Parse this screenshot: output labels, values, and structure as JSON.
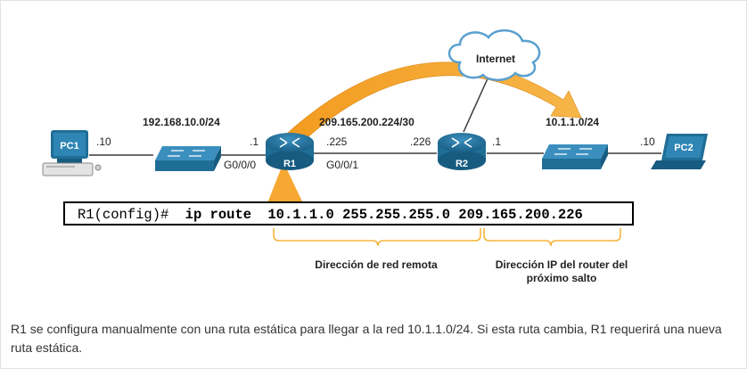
{
  "diagram": {
    "devices": {
      "pc1": "PC1",
      "pc2": "PC2",
      "r1": "R1",
      "r2": "R2",
      "cloud": "Internet"
    },
    "networks": {
      "lan1": "192.168.10.0/24",
      "wan": "209.165.200.224/30",
      "lan2": "10.1.1.0/24"
    },
    "addresses": {
      "pc1_host": ".10",
      "r1_lan": ".1",
      "r1_lan_if": "G0/0/0",
      "r1_wan": ".225",
      "r1_wan_if": "G0/0/1",
      "r2_wan": ".226",
      "r2_lan": ".1",
      "pc2_host": ".10"
    },
    "command": {
      "prompt": "R1(config)#",
      "keyword": "ip route",
      "args": "10.1.1.0 255.255.255.0 209.165.200.226"
    },
    "annotations": {
      "remote_network": "Dirección de red remota",
      "next_hop_line1": "Dirección IP del router del",
      "next_hop_line2": "próximo salto"
    },
    "colors": {
      "arrow": "#f7a833",
      "bracket": "#f5b53d",
      "device_blue": "#1f6e96",
      "link": "#3a3a3a"
    }
  },
  "caption": "R1 se configura manualmente con una ruta estática para llegar a la red 10.1.1.0/24. Si esta ruta cambia, R1 requerirá una nueva ruta estática."
}
